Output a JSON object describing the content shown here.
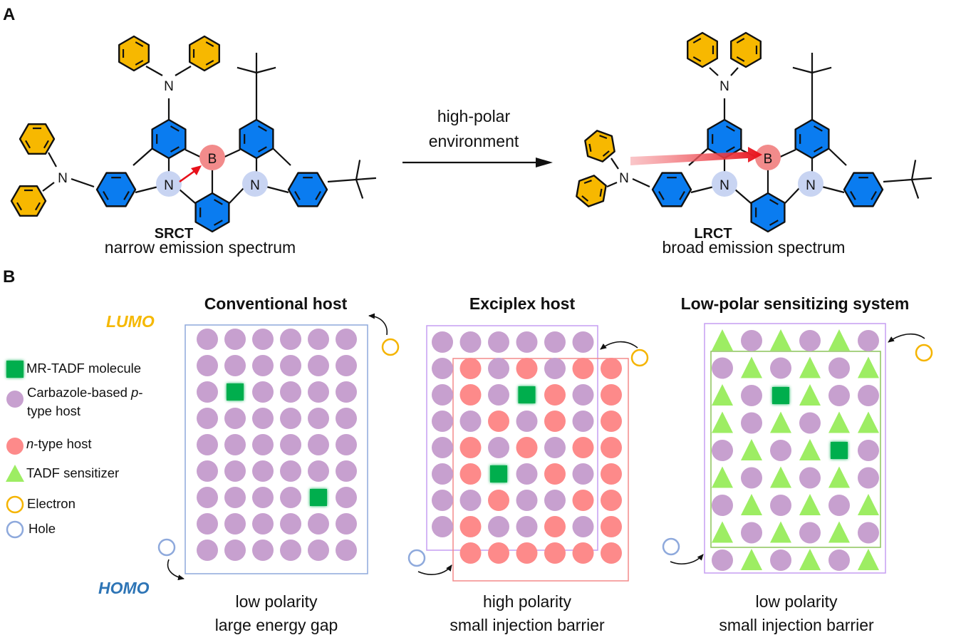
{
  "figure": {
    "panels": {
      "a": {
        "letter": "A"
      },
      "b": {
        "letter": "B"
      }
    },
    "colors": {
      "core_ring": "#0a7cf0",
      "donor_ring": "#f7b800",
      "boron": "#f28b8b",
      "nitrogen": "#c8d4f2",
      "p_type_host": "#c7a0cf",
      "n_type_host": "#fd8a8a",
      "sensitizer": "#9ded63",
      "mr_tadf": "#00ae4d",
      "electron": "#f5b400",
      "hole": "#8ea9dc",
      "lumo": "#f5b800",
      "homo": "#2e75b6",
      "conventional_box": "#8ea9dc",
      "p_box": "#c69ef2",
      "n_box": "#f48a8a",
      "sensitizer_box": "#8cc45a",
      "ct_arrow": "#e8101a"
    }
  },
  "panel_a": {
    "atoms": {
      "nitrogen": "N",
      "boron": "B"
    },
    "left_molecule": {
      "state_label": "SRCT",
      "caption": "narrow emission spectrum"
    },
    "arrow": {
      "line1": "high-polar",
      "line2": "environment"
    },
    "right_molecule": {
      "state_label": "LRCT",
      "caption": "broad emission spectrum"
    }
  },
  "panel_b": {
    "lumo_label": "LUMO",
    "homo_label": "HOMO",
    "legend": [
      {
        "symbol": "mr-tadf-square",
        "label": "MR-TADF molecule"
      },
      {
        "symbol": "p-host-circle",
        "label_line1": "Carbazole-based ",
        "label_italic": "p",
        "label_line1_end": "-",
        "label_line2": "type host"
      },
      {
        "symbol": "n-host-circle",
        "label_italic": "n",
        "label": "-type host"
      },
      {
        "symbol": "sensitizer-triangle",
        "label": "TADF sensitizer"
      },
      {
        "symbol": "electron-ring",
        "label": "Electron"
      },
      {
        "symbol": "hole-ring",
        "label": "Hole"
      }
    ],
    "systems": [
      {
        "title": "Conventional host",
        "caption_line1": "low polarity",
        "caption_line2": "large energy gap",
        "grid": [
          "pppppp",
          "pppppp",
          "pMpppp",
          "pppppp",
          "pppppp",
          "pppppp",
          "ppppMp",
          "pppppp",
          "pppppp"
        ]
      },
      {
        "title": "Exciplex host",
        "caption_line1": "high polarity",
        "caption_line2": "small injection barrier",
        "grid": [
          "pppppp.",
          "pnpnpnn",
          "pnpMnpn",
          "ppnpnpn",
          "pnpnpnn",
          "pnMpnpn",
          "ppnppnn",
          "pnppnpn",
          ".nnnnnn"
        ]
      },
      {
        "title": "Low-polar sensitizing system",
        "caption_line1": "low polarity",
        "caption_line2": "small injection barrier",
        "grid": [
          "tptptp",
          "ptptpt",
          "tpMtpp",
          "tptptt",
          "ptptMp",
          "tptptp",
          "ptptpt",
          "tptptp",
          "ptptpt"
        ]
      }
    ]
  }
}
